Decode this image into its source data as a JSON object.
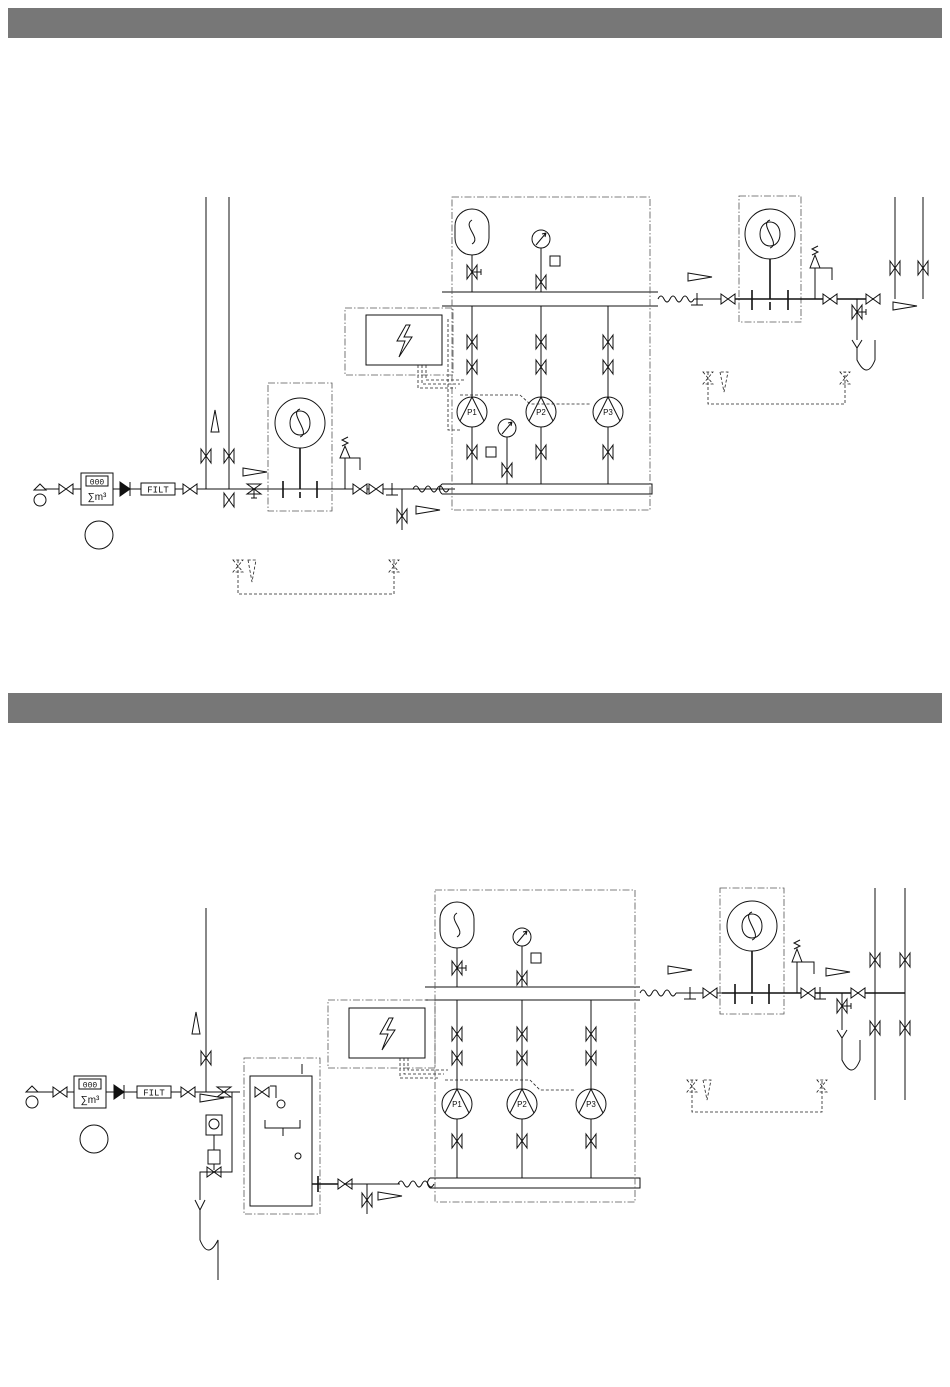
{
  "colors": {
    "band": "#777777",
    "line": "#111111"
  },
  "filter_label": "FILT",
  "meter_digits": "000",
  "meter_sum": "∑m³",
  "pumps": [
    "P1",
    "P2",
    "P3"
  ],
  "icons": [
    "lightning-icon",
    "pressure-gauge-icon",
    "membrane-vessel-icon",
    "valve-icon",
    "check-valve-icon",
    "flow-arrow-icon"
  ]
}
